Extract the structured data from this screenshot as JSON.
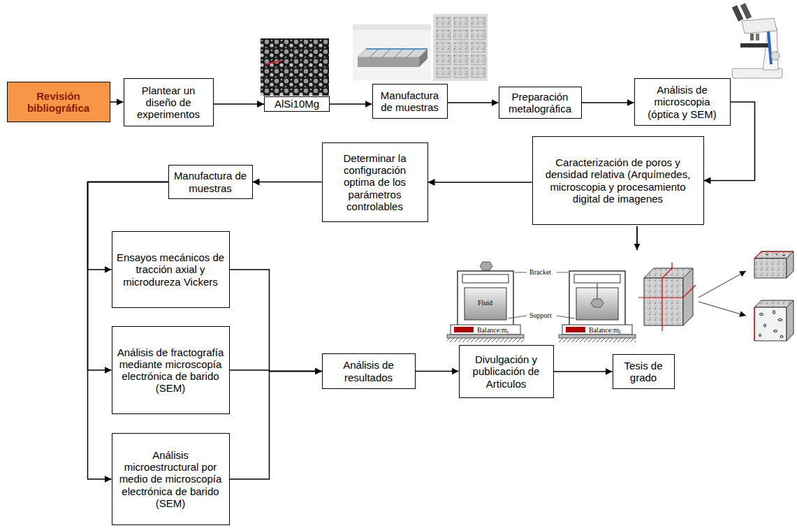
{
  "diagram": {
    "nodes": [
      {
        "text": [
          "Revisión bibliográfica"
        ]
      },
      {
        "text": [
          "Plantear un diseño de experimentos"
        ]
      },
      {
        "text": [
          "AlSi10Mg"
        ]
      },
      {
        "text": [
          "Manufactura de muestras"
        ]
      },
      {
        "text": [
          "Preparación metalográfica"
        ]
      },
      {
        "text": [
          "Análisis de microscopia (óptica y SEM)"
        ]
      },
      {
        "text": [
          "Caracterización de poros y densidad relativa (Arquímedes, microscopia y procesamiento digital de imagenes"
        ]
      },
      {
        "text": [
          "Determinar la configuración optima de los parámetros controlables"
        ]
      },
      {
        "text": [
          "Manufactura de muestras"
        ]
      },
      {
        "text": [
          "Ensayos mecánicos de tracción axial y microdureza Vickers"
        ]
      },
      {
        "text": [
          "Análisis de fractografía mediante microscopía electrónica de barido (SEM)"
        ]
      },
      {
        "text": [
          "Análisis microestructural por medio de microscopía electrónica de barido (SEM)"
        ]
      },
      {
        "text": [
          "Análisis de resultados"
        ]
      },
      {
        "text": [
          "Divulgación y publicación de Articulos"
        ]
      },
      {
        "text": [
          "Tesis de grado"
        ]
      }
    ],
    "edges": [
      {
        "from": 0,
        "to": 1,
        "arrow": "to"
      },
      {
        "from": 1,
        "to": 2,
        "arrow": "to"
      },
      {
        "from": 2,
        "to": 3,
        "arrow": "to"
      },
      {
        "from": 3,
        "to": 4,
        "arrow": "to"
      },
      {
        "from": 4,
        "to": 5,
        "arrow": "to"
      },
      {
        "from": 5,
        "to": 6,
        "arrow": "to"
      },
      {
        "from": 6,
        "to": 7,
        "arrow": "to"
      },
      {
        "from": 7,
        "to": 8,
        "arrow": "to"
      },
      {
        "from": 8,
        "to": 9,
        "arrow": "to"
      },
      {
        "from": 8,
        "to": 10,
        "arrow": "to"
      },
      {
        "from": 8,
        "to": 11,
        "arrow": "to"
      },
      {
        "from": 9,
        "to": 12,
        "arrow": "to"
      },
      {
        "from": 10,
        "to": 12,
        "arrow": "to"
      },
      {
        "from": 11,
        "to": 12,
        "arrow": "to"
      },
      {
        "from": 12,
        "to": 13,
        "arrow": "to"
      },
      {
        "from": 13,
        "to": 14,
        "arrow": "to"
      }
    ],
    "labels": [
      "Bracket",
      "Fluid",
      "Support",
      "Balance:mₐ",
      "Balance:mᵦ"
    ]
  }
}
